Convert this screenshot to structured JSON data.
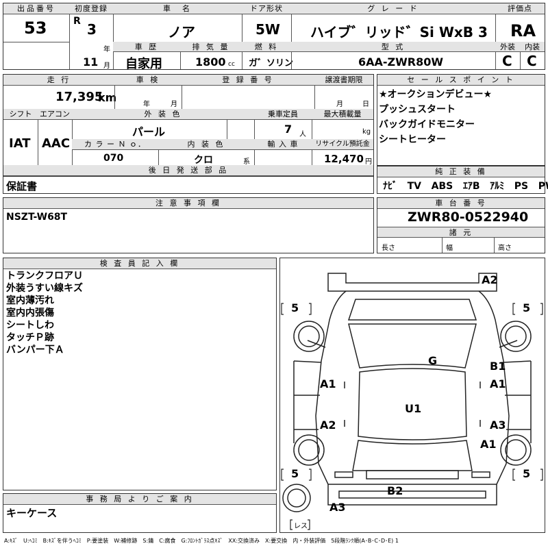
{
  "header": {
    "lot_no_label": "出品番号",
    "lot_no": "53",
    "first_reg_label": "初度登録",
    "era": "R",
    "year": "3",
    "year_unit": "年",
    "month": "11",
    "month_unit": "月",
    "name_label": "車　名",
    "name": "ノア",
    "door_label": "ドア形状",
    "door": "5W",
    "grade_label": "グ レ ー ド",
    "grade": "ハイブ゛リッド゛Si WxB 3",
    "score_label": "評価点",
    "score": "RA",
    "history_label": "車 歴",
    "history": "自家用",
    "displacement_label": "排 気 量",
    "displacement": "1800",
    "displacement_unit": "cc",
    "fuel_label": "燃 料",
    "fuel": "ガ゛ソリン",
    "model_label": "型 式",
    "model": "6AA-ZWR80W",
    "exterior_label": "外装",
    "exterior": "C",
    "interior_label": "内装",
    "interior": "C"
  },
  "row2": {
    "mileage_label": "走 行",
    "mileage": "17,395",
    "mileage_unit": "km",
    "inspection_label": "車 検",
    "insp_year_unit": "年",
    "insp_month_unit": "月",
    "reg_no_label": "登 録 番 号",
    "transfer_label": "譲渡書期限",
    "transfer_month_unit": "月",
    "transfer_day_unit": "日",
    "shift_label": "シフト",
    "shift": "IAT",
    "ac_label": "エアコン",
    "ac": "AAC",
    "color_label": "外 装 色",
    "color": "パール",
    "capacity_label": "乗車定員",
    "capacity": "7",
    "capacity_unit": "人",
    "load_label": "最大積載量",
    "load_unit": "kg",
    "color_no_label": "カ ラ ー Ｎ ｏ．",
    "color_no": "070",
    "int_color_label": "内 装 色",
    "int_color": "クロ",
    "int_color_unit": "系",
    "import_label": "輸 入 車",
    "recycle_label": "リサイクル預託金",
    "recycle": "12,470",
    "recycle_unit": "円"
  },
  "sales_points": {
    "label": "セ ー ル ス ポ イ ン ト",
    "items": [
      "★オークションデビュー★",
      "プッシュスタート",
      "バックガイドモニター",
      "シートヒーター"
    ]
  },
  "later_parts": {
    "label": "後 日 発 送 部 品",
    "value": "保証書"
  },
  "equipment": {
    "label": "純 正 装 備",
    "items": [
      "ﾅﾋﾞ",
      "TV",
      "ABS",
      "ｴｱB",
      "ｱﾙﾐ",
      "PS",
      "PW"
    ]
  },
  "notes": {
    "label": "注 意 事 項 欄",
    "value": "NSZT-W68T"
  },
  "chassis": {
    "label": "車 台 番 号",
    "value": "ZWR80-0522940",
    "specs_label": "諸 元",
    "length_label": "長さ",
    "width_label": "幅",
    "height_label": "高さ"
  },
  "inspector": {
    "label": "検 査 員 記 入 欄",
    "lines": [
      "トランクフロアＵ",
      "外装うすい線キズ",
      "室内薄汚れ",
      "室内内張傷",
      "シートしわ",
      "タッチＰ跡",
      "バンパー下Ａ"
    ]
  },
  "office": {
    "label": "事 務 局 よ り ご 案 内",
    "value": "キーケース"
  },
  "diagram": {
    "marks": [
      "A2",
      "G",
      "B1",
      "A1",
      "A1",
      "U1",
      "A2",
      "A3",
      "A1",
      "B2",
      "A3"
    ],
    "tire_marks": [
      "5",
      "5",
      "5",
      "5"
    ],
    "spare_label": "レス"
  },
  "legend": "A:ｷｽﾞ　U:ﾍｺﾐ　B:ｷｽﾞを伴うﾍｺﾐ　P:要塗装　W:補修跡　S:錆　C:腐食　G:ﾌﾛﾝﾄｶﾞﾗｽ点ｷｽﾞ　XX:交換済み　X:要交換　内・外装評価　5段階ﾗﾝｸ順(A･B･C･D･E) 1"
}
